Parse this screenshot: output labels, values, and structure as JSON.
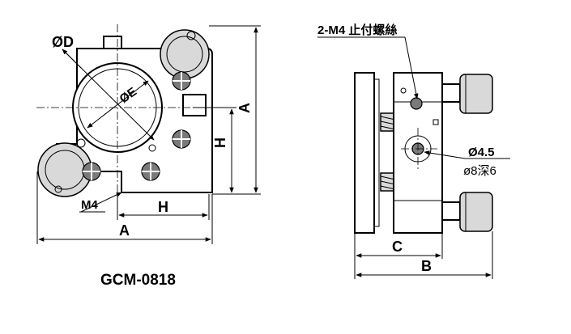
{
  "labels": {
    "dia_d": "ØD",
    "dia_e": "ØE",
    "dim_a_horizontal": "A",
    "dim_a_vertical": "A",
    "dim_h_horizontal": "H",
    "dim_h_vertical": "H",
    "m4": "M4",
    "screw_callout": "2-M4 止付螺絲",
    "hole_dia": "Ø4.5",
    "hole_cb": "ø8深6",
    "dim_c": "C",
    "dim_b": "B"
  },
  "model": "GCM-0818"
}
